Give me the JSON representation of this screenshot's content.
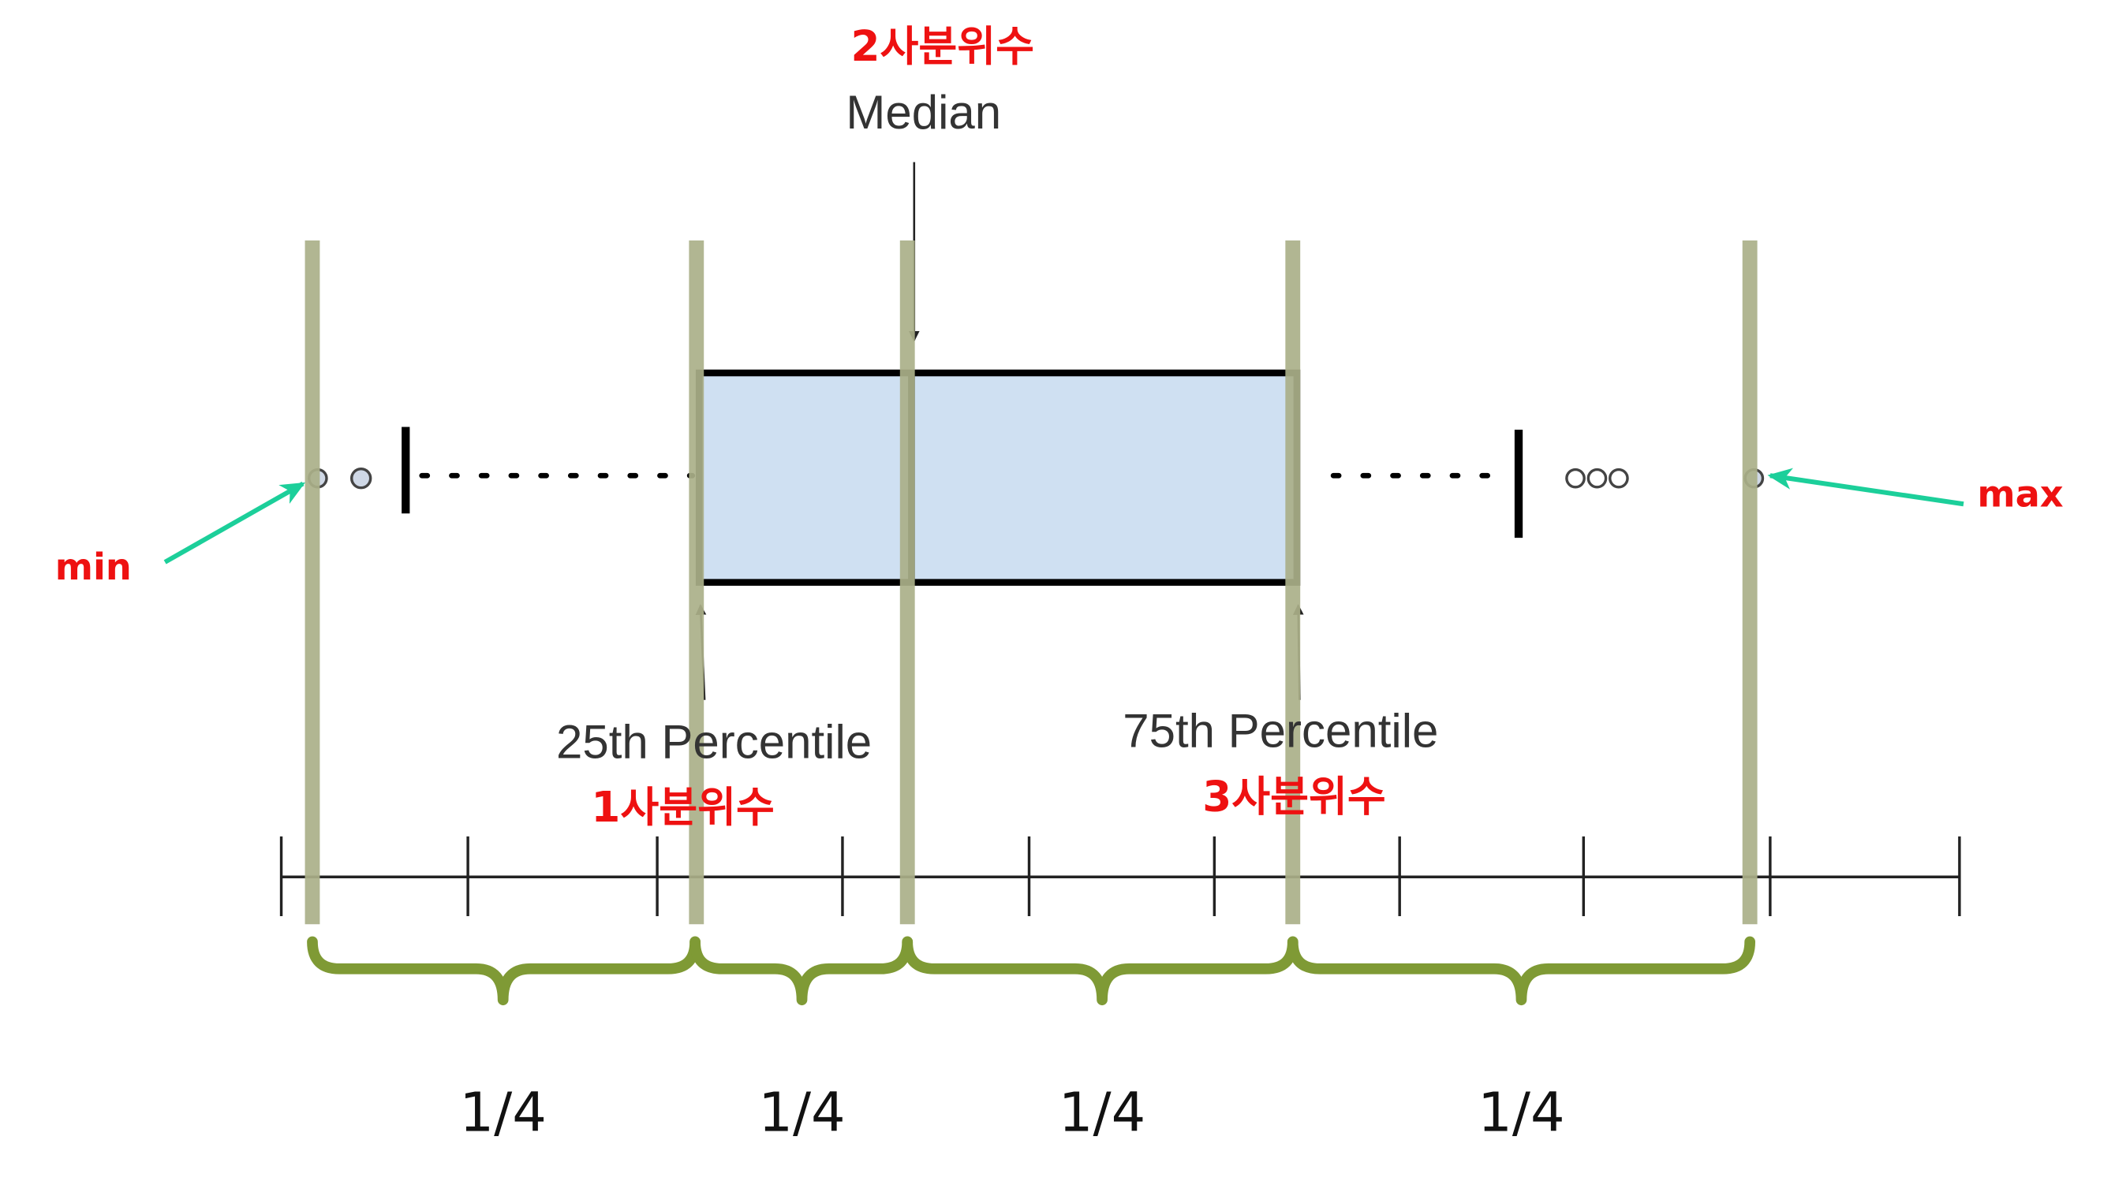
{
  "labels": {
    "q2_korean": "2사분위수",
    "median": "Median",
    "q1_english": "25th Percentile",
    "q1_korean": "1사분위수",
    "q3_english": "75th Percentile",
    "q3_korean": "3사분위수",
    "min": "min",
    "max": "max"
  },
  "quarters": [
    "1/4",
    "1/4",
    "1/4",
    "1/4"
  ],
  "colors": {
    "box_fill": "#cfe0f2",
    "box_stroke": "#000000",
    "guide_line": "#abb089",
    "brace": "#7f9a35",
    "pointer_arrow": "#1ccf9a",
    "korean_label": "#ee1111",
    "english_label": "#333333"
  },
  "icons": {
    "outlier": "small-circle",
    "whisker_cap": "vertical-bar",
    "pointer": "arrow"
  }
}
